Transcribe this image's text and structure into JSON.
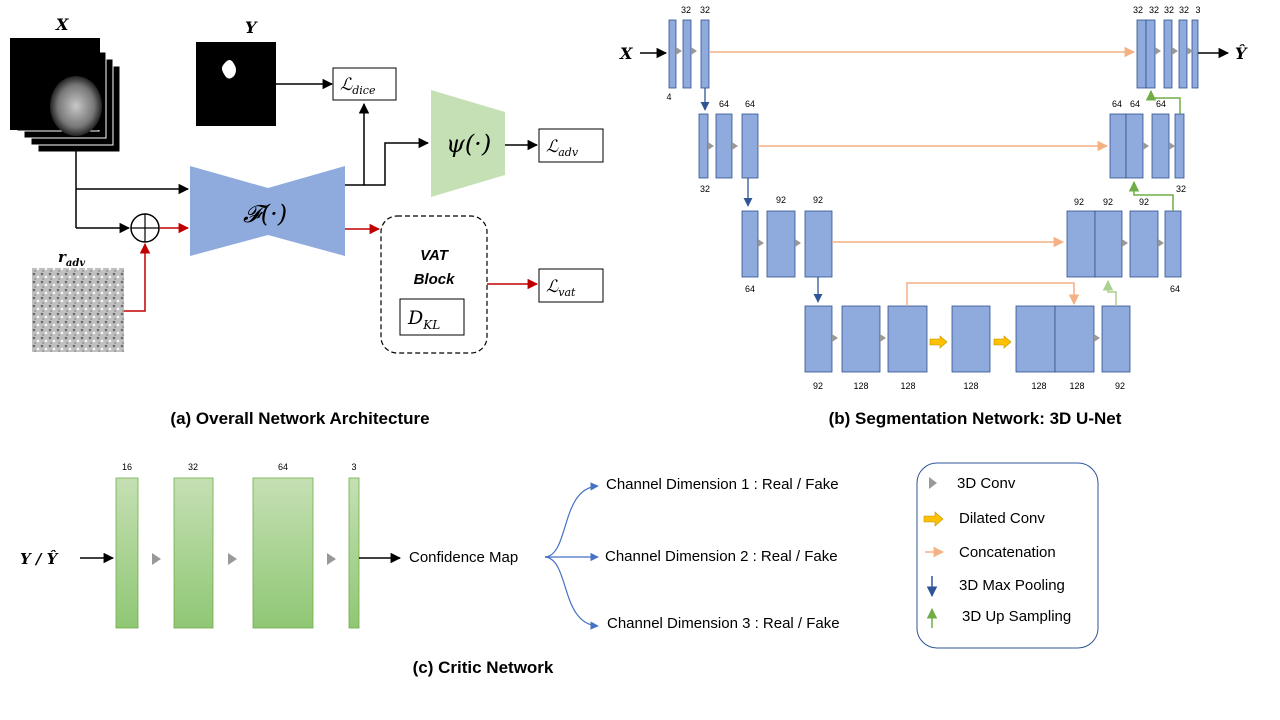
{
  "colors": {
    "block_blue": "#8faadc",
    "block_blue_edge": "#2f528f",
    "encoder_blue": "#8faadc",
    "critic_green_top": "#c5e0b4",
    "critic_green_bottom": "#8fc774",
    "psi_green": "#c5e0b4",
    "red_arrow": "#c00000",
    "orange_arrow": "#f4b183",
    "blue_arrow": "#2f5597",
    "green_arrow": "#70ad47",
    "yellow_arrow": "#ffc000"
  },
  "panel_a": {
    "caption": "(a) Overall Network Architecture",
    "x_label": "X",
    "y_label": "Y",
    "r_adv_label": "r",
    "r_adv_sub": "adv",
    "encoder_label": "𝓕(·)",
    "critic_label": "ψ(·)",
    "loss_dice": "ℒ",
    "loss_dice_sub": "dice",
    "loss_adv": "ℒ",
    "loss_adv_sub": "adv",
    "loss_vat": "ℒ",
    "loss_vat_sub": "vat",
    "vat_block_line1": "VAT",
    "vat_block_line2": "Block",
    "dkl": "D",
    "dkl_sub": "KL"
  },
  "panel_b": {
    "caption": "(b) Segmentation Network: 3D U-Net",
    "input_label": "X",
    "output_label": "Ŷ",
    "numbers": {
      "l1_in": "4",
      "l1_a": "32",
      "l1_b": "32",
      "l2_a": "64",
      "l2_b": "64",
      "l2_down": "32",
      "l3_a": "92",
      "l3_b": "92",
      "l3_down": "64",
      "l4": [
        "92",
        "128",
        "128",
        "128",
        "128",
        "128",
        "92"
      ],
      "r3_a": "92",
      "r3_b": "92",
      "r3_c": "92",
      "r3_down": "64",
      "r2_a": "64",
      "r2_b": "64",
      "r2_c": "64",
      "r2_down": "32",
      "r1": [
        "32",
        "32",
        "32",
        "32",
        "3"
      ]
    }
  },
  "panel_c": {
    "caption": "(c) Critic Network",
    "input_label": "Y / Ŷ",
    "channels": [
      "16",
      "32",
      "64",
      "3"
    ],
    "confidence_map": "Confidence Map",
    "outputs": [
      "Channel Dimension 1 : Real / Fake",
      "Channel Dimension 2 : Real / Fake",
      "Channel Dimension 3 : Real / Fake"
    ]
  },
  "legend": {
    "items": [
      {
        "icon": "gray-triangle-icon",
        "label": "3D Conv"
      },
      {
        "icon": "yellow-arrow-icon",
        "label": "Dilated Conv"
      },
      {
        "icon": "orange-arrow-icon",
        "label": "Concatenation"
      },
      {
        "icon": "blue-down-arrow-icon",
        "label": "3D Max Pooling"
      },
      {
        "icon": "green-up-arrow-icon",
        "label": "3D Up Sampling"
      }
    ]
  }
}
